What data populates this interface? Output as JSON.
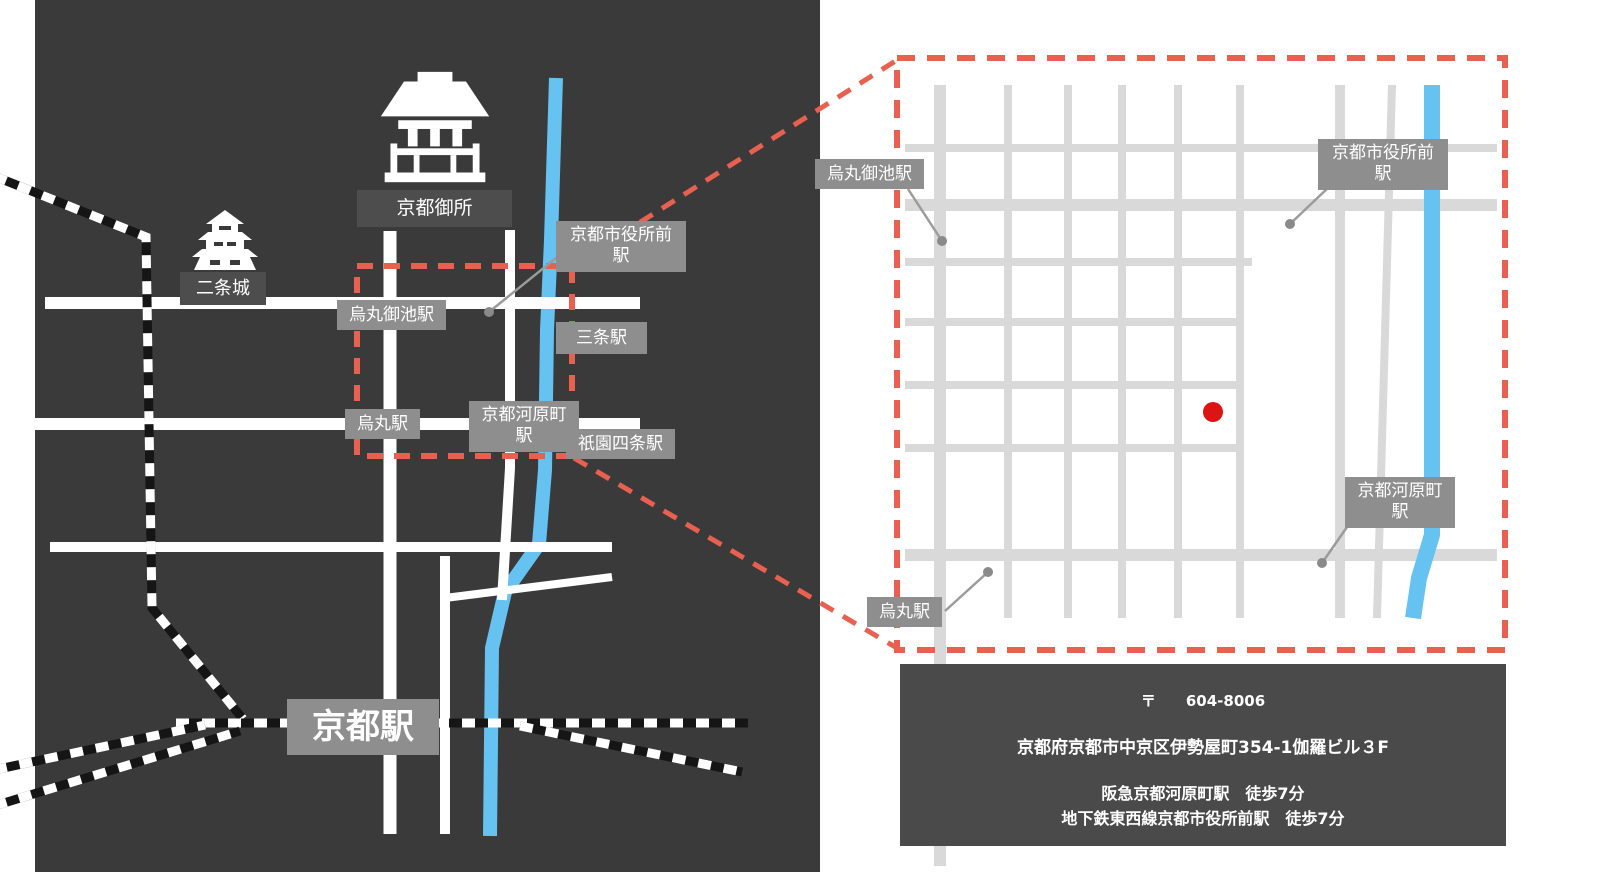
{
  "left_map": {
    "landmarks": {
      "imperial_palace": "京都御所",
      "nijo_castle": "二条城"
    },
    "stations": {
      "shiyakushomae": "京都市役所前駅",
      "karasuma_oike": "烏丸御池駅",
      "sanjo": "三条駅",
      "karasuma": "烏丸駅",
      "kyoto_kawaramachi": "京都河原町駅",
      "gion_shijo": "祇園四条駅",
      "kyoto": "京都駅"
    }
  },
  "detail_map": {
    "stations": {
      "karasuma_oike": "烏丸御池駅",
      "shiyakushomae": "京都市役所前駅",
      "kyoto_kawaramachi": "京都河原町駅",
      "karasuma": "烏丸駅"
    }
  },
  "info_panel": {
    "postal_mark": "〒",
    "postal_code": "604-8006",
    "address": "京都府京都市中京区伊勢屋町354-1伽羅ビル３F",
    "access_hankyu": "阪急京都河原町駅　徒歩7分",
    "access_subway": "地下鉄東西線京都市役所前駅　徒歩7分"
  },
  "colors": {
    "map_background": "#3A3A3A",
    "station_label_bg": "#8E8E8E",
    "landmark_label_bg": "#4D4D4D",
    "highlight_red": "#E8604F",
    "marker_red": "#DC1414",
    "river_blue": "#66C2F0",
    "street_gray": "#D9D9D9",
    "info_panel_bg": "#4A4A4A"
  }
}
